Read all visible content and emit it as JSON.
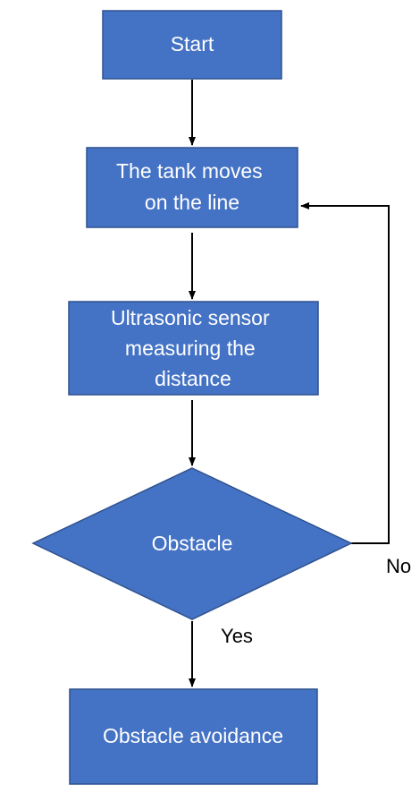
{
  "diagram": {
    "colors": {
      "node_fill": "#4472C4",
      "node_border": "#2F528F",
      "node_text": "#FFFFFF",
      "edge": "#000000"
    },
    "nodes": {
      "start": {
        "shape": "rectangle",
        "lines": [
          "Start"
        ]
      },
      "move": {
        "shape": "rectangle",
        "lines": [
          "The tank moves",
          "on the line"
        ]
      },
      "sensor": {
        "shape": "rectangle",
        "lines": [
          "Ultrasonic sensor",
          "measuring the",
          "distance"
        ]
      },
      "decision": {
        "shape": "diamond",
        "lines": [
          "Obstacle"
        ]
      },
      "avoid": {
        "shape": "rectangle",
        "lines": [
          "Obstacle avoidance"
        ]
      }
    },
    "edges": [
      {
        "from": "start",
        "to": "move",
        "label": ""
      },
      {
        "from": "move",
        "to": "sensor",
        "label": ""
      },
      {
        "from": "sensor",
        "to": "decision",
        "label": ""
      },
      {
        "from": "decision",
        "to": "avoid",
        "label": "Yes"
      },
      {
        "from": "decision",
        "to": "move",
        "label": "No"
      }
    ]
  }
}
